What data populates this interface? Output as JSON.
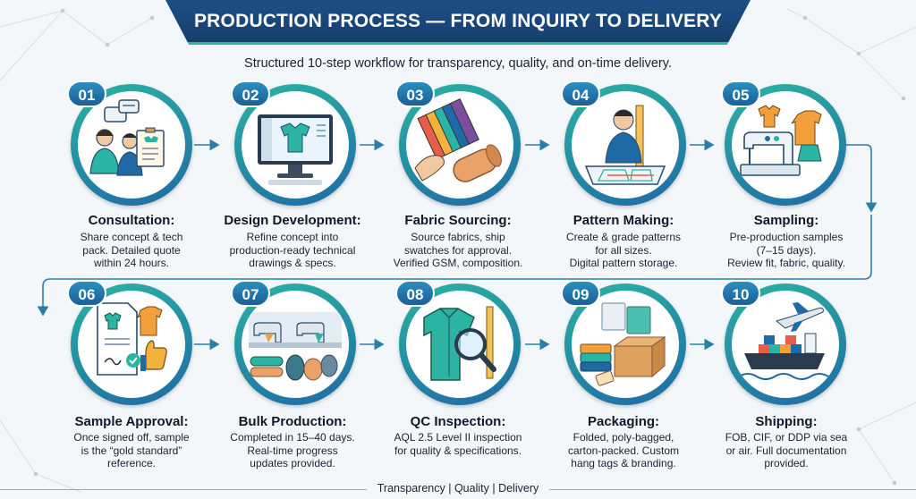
{
  "header": {
    "title": "PRODUCTION PROCESS — FROM INQUIRY TO DELIVERY",
    "subtitle": "Structured 10-step workflow for transparency, quality, and on-time delivery."
  },
  "steps": [
    {
      "number": "01",
      "title": "Consultation:",
      "desc": [
        "Share concept & tech",
        "pack. Detailed quote",
        "within 24 hours."
      ],
      "icon": "consultation-icon"
    },
    {
      "number": "02",
      "title": "Design Development:",
      "desc": [
        "Refine concept into",
        "production-ready technical",
        "drawings & specs."
      ],
      "icon": "design-monitor-icon"
    },
    {
      "number": "03",
      "title": "Fabric Sourcing:",
      "desc": [
        "Source fabrics, ship",
        "swatches for approval.",
        "Verified GSM, composition."
      ],
      "icon": "fabric-swatch-icon"
    },
    {
      "number": "04",
      "title": "Pattern Making:",
      "desc": [
        "Create & grade patterns",
        "for all sizes.",
        "Digital pattern storage."
      ],
      "icon": "pattern-maker-icon"
    },
    {
      "number": "05",
      "title": "Sampling:",
      "desc": [
        "Pre-production samples",
        "(7–15 days).",
        "Review fit, fabric, quality."
      ],
      "icon": "sewing-machine-icon"
    },
    {
      "number": "06",
      "title": "Sample Approval:",
      "desc": [
        "Once signed off, sample",
        "is the “gold standard”",
        "reference."
      ],
      "icon": "approval-document-icon"
    },
    {
      "number": "07",
      "title": "Bulk Production:",
      "desc": [
        "Completed in 15–40 days.",
        "Real-time progress",
        "updates provided."
      ],
      "icon": "factory-icon"
    },
    {
      "number": "08",
      "title": "QC Inspection:",
      "desc": [
        "AQL 2.5 Level II inspection",
        "for quality & specifications."
      ],
      "icon": "magnifier-shirt-icon"
    },
    {
      "number": "09",
      "title": "Packaging:",
      "desc": [
        "Folded, poly-bagged,",
        "carton-packed. Custom",
        "hang tags & branding."
      ],
      "icon": "packaging-box-icon"
    },
    {
      "number": "10",
      "title": "Shipping:",
      "desc": [
        "FOB, CIF, or DDP via sea",
        "or air. Full documentation",
        "provided."
      ],
      "icon": "ship-plane-icon"
    }
  ],
  "footer": {
    "items": [
      "Transparency",
      "Quality",
      "Delivery"
    ],
    "separator": "|"
  },
  "colors": {
    "navy": "#1d4f86",
    "teal": "#2bb3a4",
    "blue": "#1f6aa5",
    "arrow": "#2a7fa8"
  }
}
